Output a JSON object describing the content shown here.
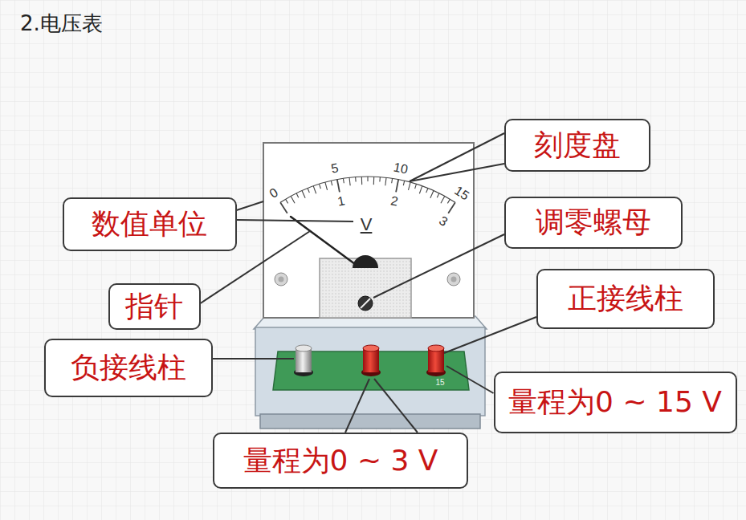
{
  "diagram": {
    "title": "2.电压表",
    "nodes": [
      {
        "text": [
          "刻度盘"
        ]
      },
      {
        "text": [
          "数值单位"
        ]
      },
      {
        "text": [
          "调零螺母"
        ]
      },
      {
        "text": [
          "指针"
        ]
      },
      {
        "text": [
          "正接线柱"
        ]
      },
      {
        "text": [
          "负接线柱"
        ]
      },
      {
        "text": [
          "量程为0 ~ 15 V"
        ]
      },
      {
        "text": [
          "量程为0 ~ 3 V"
        ]
      }
    ],
    "labels": [
      "0",
      "5",
      "10",
      "15",
      "1",
      "2",
      "3",
      "V",
      "15"
    ]
  }
}
